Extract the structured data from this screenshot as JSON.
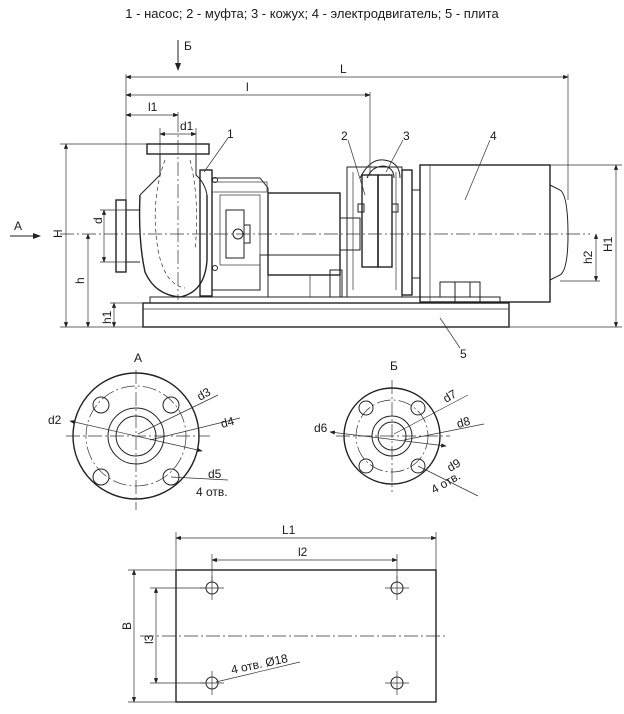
{
  "legend": "1 - насос; 2 - муфта; 3 - кожух; 4 - электродвигатель; 5 - плита",
  "side_view": {
    "view_b_marker": "Б",
    "view_a_marker": "А",
    "dims": {
      "L": "L",
      "l": "l",
      "l1": "l1",
      "d1": "d1",
      "d": "d",
      "H": "H",
      "h": "h",
      "h1": "h1",
      "H1": "H1",
      "h2": "h2"
    },
    "callouts": {
      "pump": "1",
      "coupling": "2",
      "guard": "3",
      "motor": "4",
      "plate": "5"
    }
  },
  "view_a": {
    "title": "А",
    "labels": {
      "d2": "d2",
      "d3": "d3",
      "d4": "d4",
      "d5": "d5",
      "holes": "4 отв."
    }
  },
  "view_b": {
    "title": "Б",
    "labels": {
      "d6": "d6",
      "d7": "d7",
      "d8": "d8",
      "d9": "d9",
      "holes": "4 отв."
    }
  },
  "plate_view": {
    "labels": {
      "L1": "L1",
      "l2": "l2",
      "B": "B",
      "l3": "l3",
      "holes": "4 отв. Ø18"
    }
  }
}
